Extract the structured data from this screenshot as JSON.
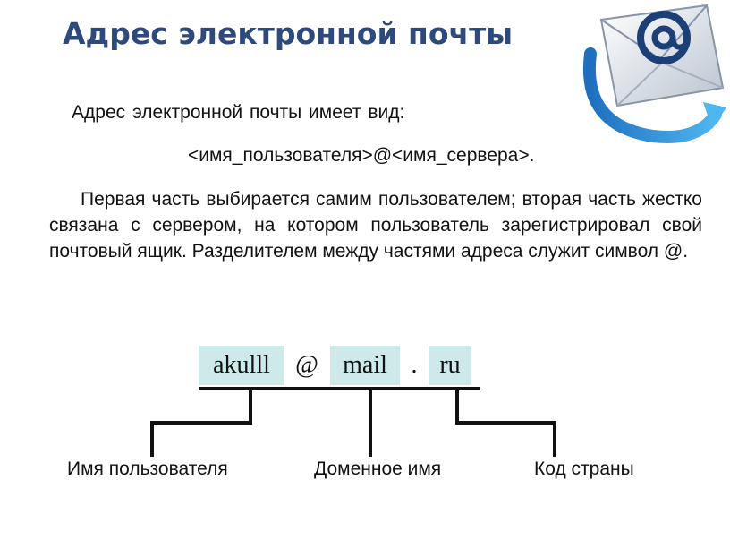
{
  "title": "Адрес электронной почты",
  "intro": "Адрес электронной почты имеет вид:",
  "format": "<имя_пользователя>@<имя_сервера>.",
  "paragraph": "Первая часть выбирается самим пользователем; вторая часть жестко связана с сервером, на котором пользователь зарегистрировал свой почтовый ящик. Разделителем между частями адреса служит символ @.",
  "example": {
    "user": "akulll",
    "at": "@",
    "server": "mail",
    "dot": ".",
    "zone": "ru"
  },
  "labels": {
    "user": "Имя пользователя",
    "domain": "Доменное имя",
    "country": "Код страны"
  },
  "icon": "email-envelope-at-icon",
  "colors": {
    "title": "#2e4a7d",
    "box": "#cde9ea",
    "arrow": "#2a8fd6"
  }
}
